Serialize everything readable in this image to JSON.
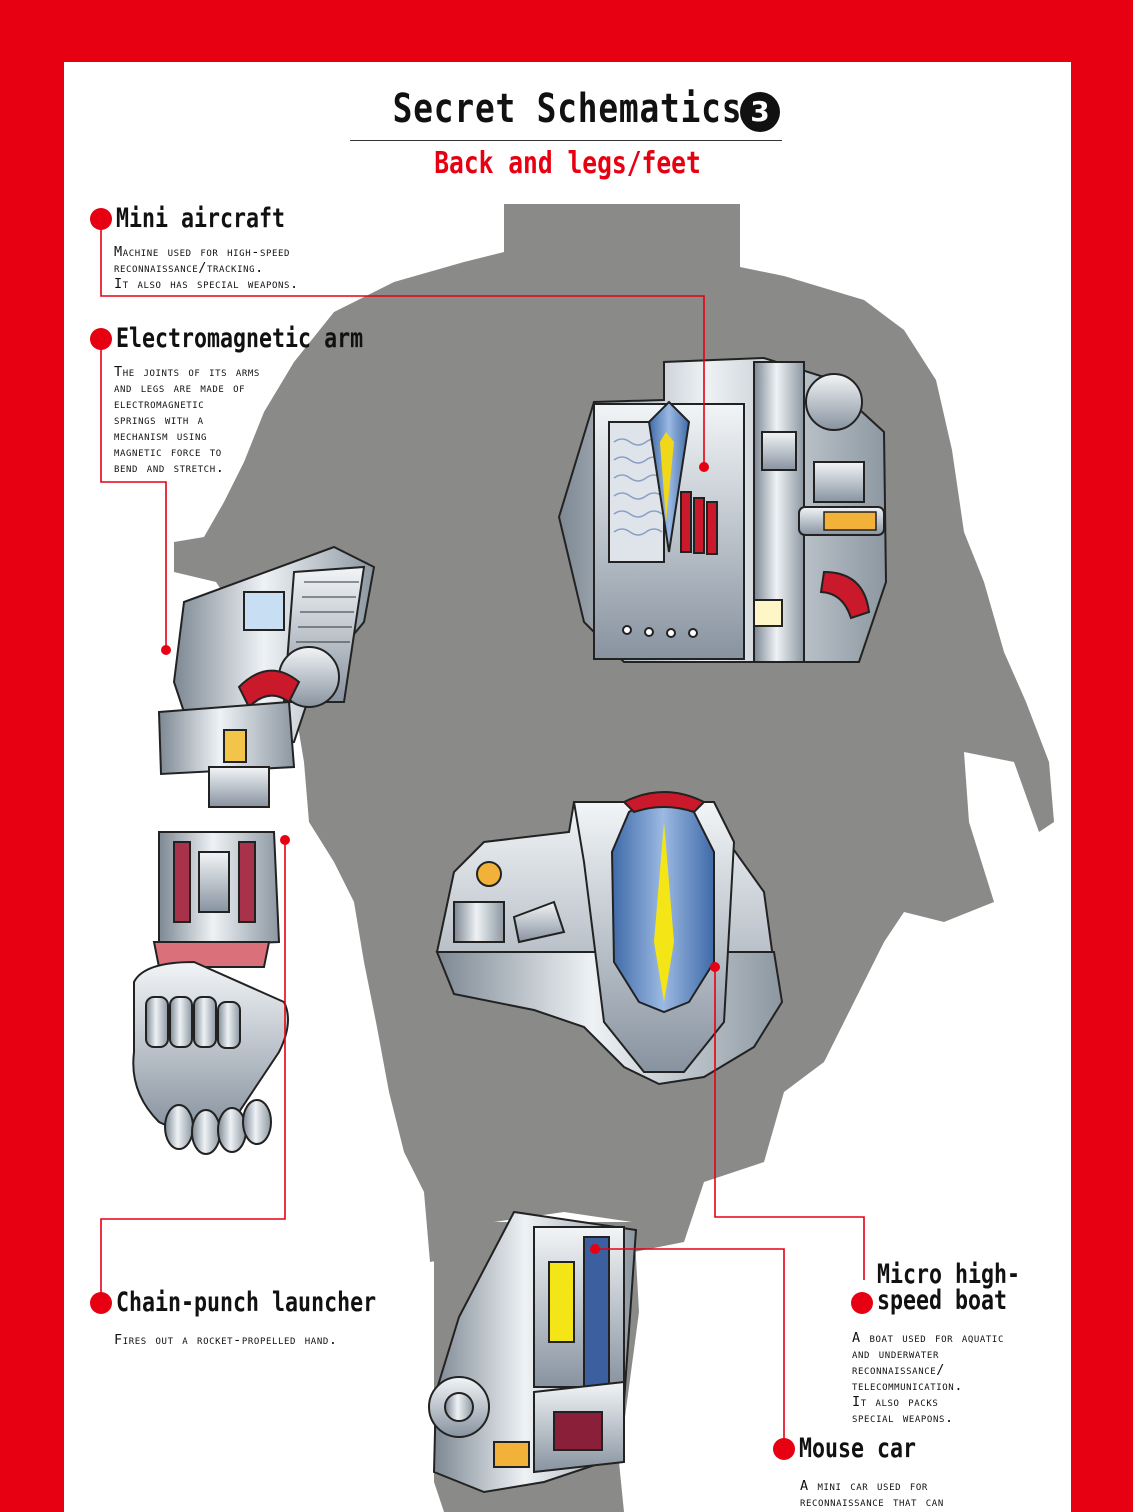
{
  "header": {
    "title": "Secret Schematics",
    "number": "3",
    "subtitle": "Back and legs/feet"
  },
  "callouts": {
    "mini_aircraft": {
      "title": "Mini aircraft",
      "desc": "Machine used for high-speed\nreconnaissance/tracking.\nIt also has special weapons."
    },
    "electromagnetic_arm": {
      "title": "Electromagnetic arm",
      "desc": "The joints of  its arms\nand legs are made of\nelectromagnetic\nsprings with a\nmechanism using\nmagnetic force to\nbend and stretch."
    },
    "chain_punch": {
      "title": "Chain-punch launcher",
      "desc": "Fires out a rocket-propelled hand."
    },
    "micro_boat": {
      "title": "Micro high-\nspeed boat",
      "desc": "A boat used for aquatic\nand underwater\nreconnaissance/\ntelecommunication.\nIt also packs\nspecial weapons."
    },
    "mouse_car": {
      "title": "Mouse car",
      "desc": "A mini car used for\nreconnaissance that can"
    }
  },
  "colors": {
    "accent": "#e60012",
    "silhouette": "#8a8a88",
    "metal": "#c9d2da",
    "blue": "#6f95c8"
  }
}
